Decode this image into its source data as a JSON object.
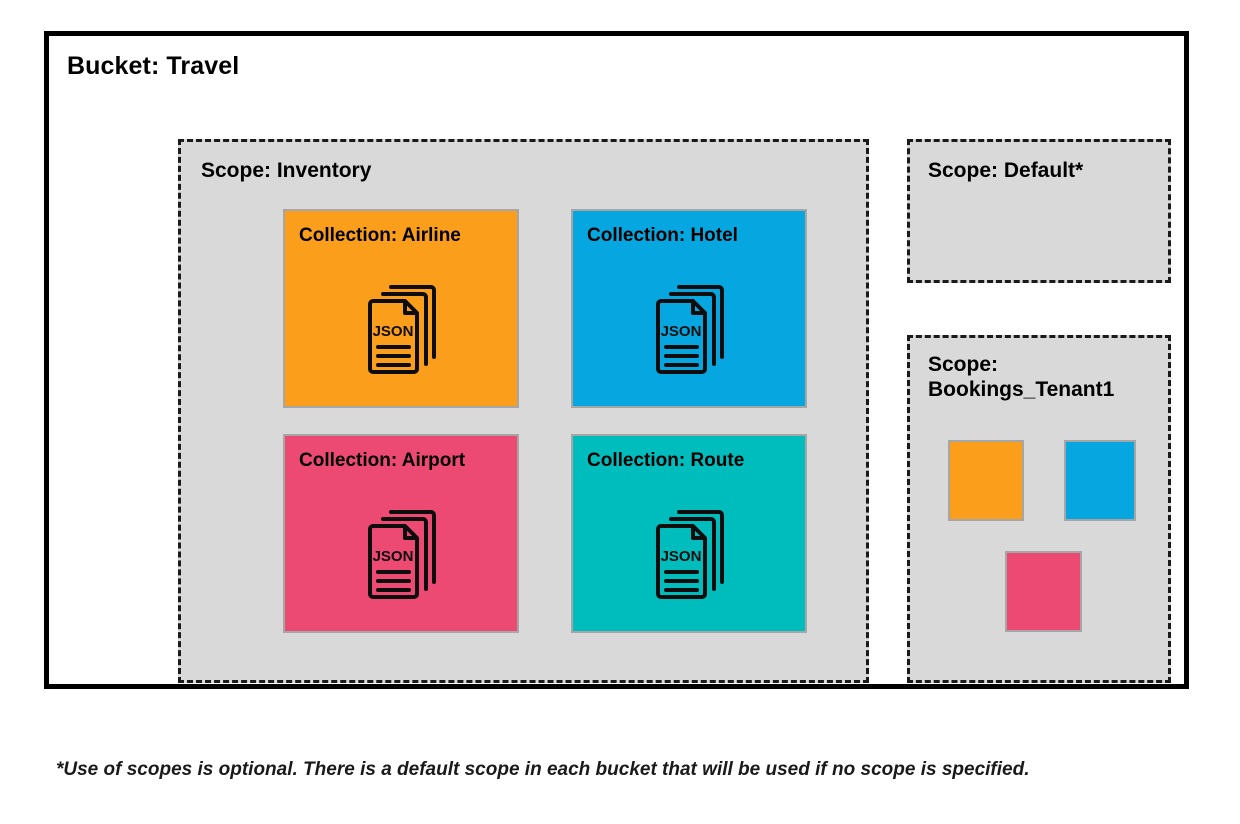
{
  "bucket": {
    "title": "Bucket: Travel"
  },
  "scopes": [
    {
      "id": "inventory",
      "title": "Scope: Inventory",
      "collections": [
        {
          "id": "airline",
          "label": "Collection: Airline",
          "color": "#fa9e1b",
          "icon": "json-documents-icon",
          "icon_text": "JSON"
        },
        {
          "id": "hotel",
          "label": "Collection: Hotel",
          "color": "#06a7e0",
          "icon": "json-documents-icon",
          "icon_text": "JSON"
        },
        {
          "id": "airport",
          "label": "Collection: Airport",
          "color": "#ec4a72",
          "icon": "json-documents-icon",
          "icon_text": "JSON"
        },
        {
          "id": "route",
          "label": "Collection: Route",
          "color": "#00bdbd",
          "icon": "json-documents-icon",
          "icon_text": "JSON"
        }
      ]
    },
    {
      "id": "default",
      "title": "Scope: Default*",
      "collections": []
    },
    {
      "id": "bookings",
      "title": "Scope:\nBookings_Tenant1",
      "swatches": [
        {
          "id": "orange",
          "color": "#fa9e1b"
        },
        {
          "id": "blue",
          "color": "#06a7e0"
        },
        {
          "id": "pink",
          "color": "#ec4a72"
        }
      ]
    }
  ],
  "footnote": {
    "text": "*Use of scopes is optional. There is a default scope in each bucket that will be used if no scope is specified."
  },
  "palette": {
    "orange": "#fa9e1b",
    "blue": "#06a7e0",
    "pink": "#ec4a72",
    "teal": "#00bdbd",
    "scope_fill": "#d9d9d9",
    "outline": "#000000",
    "card_border": "#a6a6a6"
  }
}
